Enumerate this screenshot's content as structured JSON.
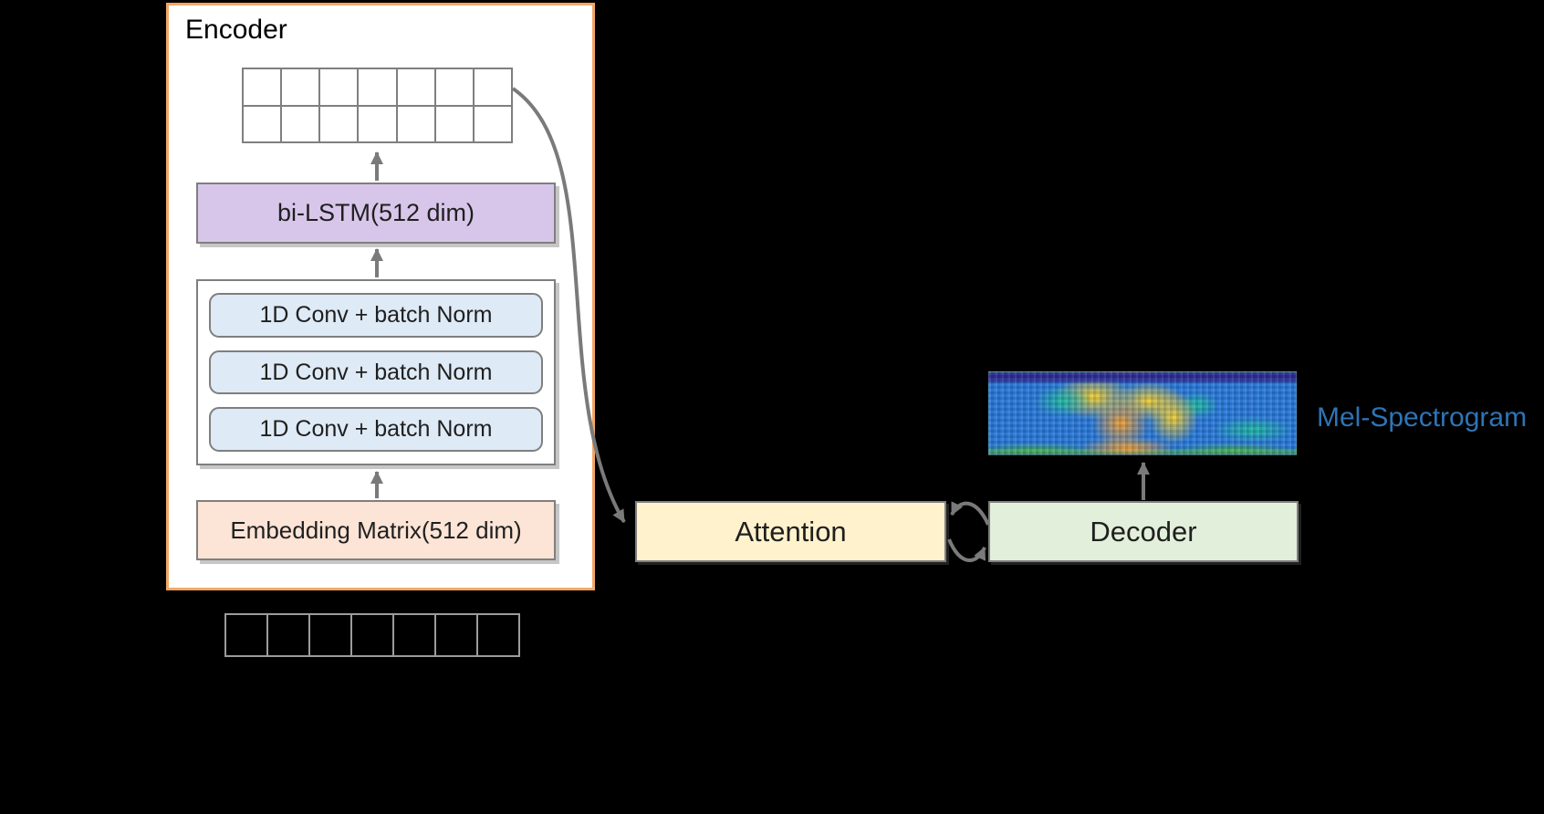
{
  "diagram": {
    "background": "#000000",
    "arrow_color": "#7a7a7a",
    "box_border_color": "#7f7f7f",
    "encoder": {
      "title": "Encoder",
      "border_color": "#F2A766",
      "fill": "#ffffff",
      "output_grid": {
        "rows": 2,
        "cols": 7
      },
      "blocks": {
        "bilstm": {
          "label": "bi-LSTM(512 dim)",
          "fill": "#D8C6EA"
        },
        "conv_fill": "#DEEAF6",
        "conv_layers": [
          {
            "label": "1D Conv + batch Norm"
          },
          {
            "label": "1D Conv + batch Norm"
          },
          {
            "label": "1D Conv + batch Norm"
          }
        ],
        "embedding": {
          "label": "Embedding Matrix(512 dim)",
          "fill": "#FCE4D6"
        }
      }
    },
    "input_row": {
      "cols": 7
    },
    "attention": {
      "label": "Attention",
      "fill": "#FFF2CC"
    },
    "decoder": {
      "label": "Decoder",
      "fill": "#E2EFDA"
    },
    "mel_spectrogram": {
      "label": "Mel-Spectrogram",
      "label_color": "#2E74B5",
      "palette": {
        "base": "#2979d8",
        "top": "#2d2d96",
        "teal": "#1fb8a0",
        "yellow": "#f2ce2e",
        "orange": "#f0a030",
        "green": "#46b050"
      }
    }
  }
}
